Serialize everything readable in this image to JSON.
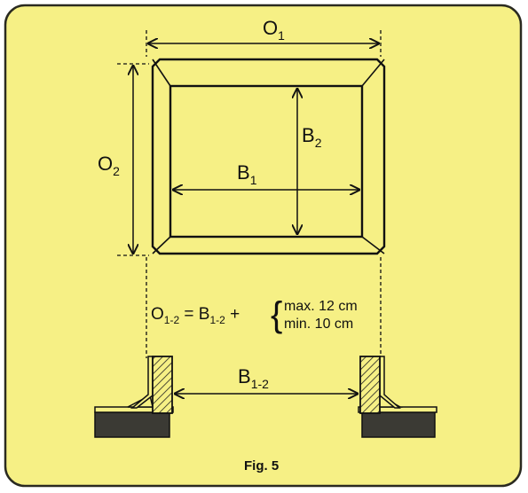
{
  "colors": {
    "panel_background": "#f6f085",
    "panel_border": "#2a2a20",
    "line": "#111111",
    "base_fill": "#3b3a34",
    "hatch": "#222222"
  },
  "labels": {
    "o1": {
      "main": "O",
      "sub": "1"
    },
    "o2": {
      "main": "O",
      "sub": "2"
    },
    "b1": {
      "main": "B",
      "sub": "1"
    },
    "b2": {
      "main": "B",
      "sub": "2"
    },
    "b12": {
      "main": "B",
      "sub": "1-2"
    }
  },
  "formula": {
    "lhs_main": "O",
    "lhs_sub": "1-2",
    "equals": " = ",
    "rhs_main": "B",
    "rhs_sub": "1-2",
    "plus": " +",
    "brace": "{",
    "line1": "max.  12 cm",
    "line2": "min.   10 cm"
  },
  "caption": "Fig. 5"
}
